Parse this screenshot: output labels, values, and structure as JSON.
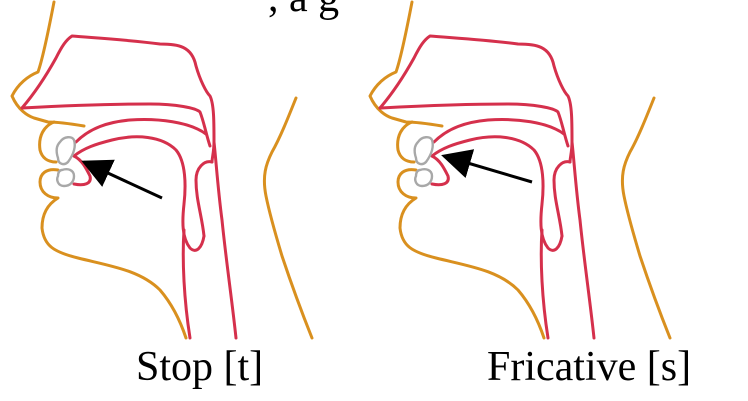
{
  "top_caption_fragment": ", a      g",
  "panels": [
    {
      "label": "Stop [t]"
    },
    {
      "label": "Fricative [s]"
    }
  ],
  "colors": {
    "outline": "#d9901f",
    "tract": "#d5304c",
    "teeth": "#a8a8a8",
    "arrow": "#000000"
  }
}
